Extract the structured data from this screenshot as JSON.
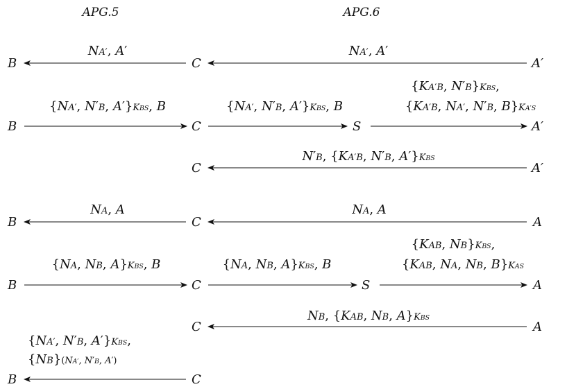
{
  "headers": {
    "left": "APG.5",
    "right": "APG.6"
  },
  "nodes": {
    "r1_b": "B",
    "r1_c": "C",
    "r1_a": "A′",
    "r2_b": "B",
    "r2_c": "C",
    "r2_s": "S",
    "r2_a": "A′",
    "r3_c": "C",
    "r3_a": "A′",
    "r4_b": "B",
    "r4_c": "C",
    "r4_a": "A",
    "r5_b": "B",
    "r5_c": "C",
    "r5_s": "S",
    "r5_a": "A",
    "r6_c": "C",
    "r6_a": "A",
    "r7_b": "B",
    "r7_c": "C"
  },
  "messages": {
    "r1_cb": "N_{A′}, A′",
    "r1_ac": "N_{A′}, A′",
    "r2_bc": "{N_{A′}, N′_B, A′}_{K_{BS}}, B",
    "r2_cs": "{N_{A′}, N′_B, A′}_{K_{BS}}, B",
    "r2_sa_line1": "{K_{A′B}, N′_B}_{K_{BS}},",
    "r2_sa_line2": "{K_{A′B}, N_{A′}, N′_B, B}_{K_{A′S}}",
    "r3_ac": "N′_B, {K_{A′B}, N′_B, A′}_{K_{BS}}",
    "r4_cb": "N_A, A",
    "r4_ac": "N_A, A",
    "r5_bc": "{N_A, N_B, A}_{K_{BS}}, B",
    "r5_cs": "{N_A, N_B, A}_{K_{BS}}, B",
    "r5_sa_line1": "{K_{AB}, N_B}_{K_{BS}},",
    "r5_sa_line2": "{K_{AB}, N_A, N_B, B}_{K_{AS}}",
    "r6_ac": "N_B, {K_{AB}, N_B, A}_{K_{BS}}",
    "r7_cb_line1": "{N_{A′}, N′_B, A′}_{K_{BS}},",
    "r7_cb_line2": "{N_B}_{(N_{A′}, N′_B, A′)}"
  }
}
